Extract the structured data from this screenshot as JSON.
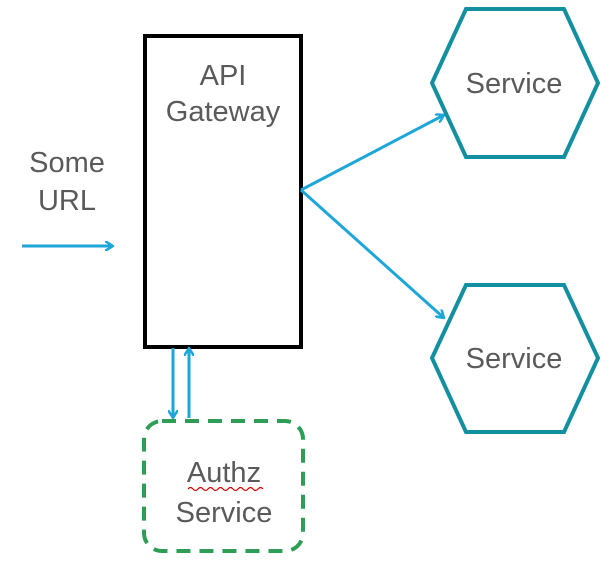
{
  "diagram": {
    "input_label": {
      "line1": "Some",
      "line2": "URL"
    },
    "gateway": {
      "line1": "API",
      "line2": "Gateway"
    },
    "services": [
      {
        "label": "Service"
      },
      {
        "label": "Service"
      }
    ],
    "authz": {
      "line1": "Authz",
      "line2": "Service"
    }
  },
  "colors": {
    "arrow": "#1da6d8",
    "hexagon": "#12909f",
    "authz_border": "#2e9e57",
    "gateway_border": "#000000",
    "text": "#5a5a5a",
    "spellcheck": "#d40000"
  }
}
